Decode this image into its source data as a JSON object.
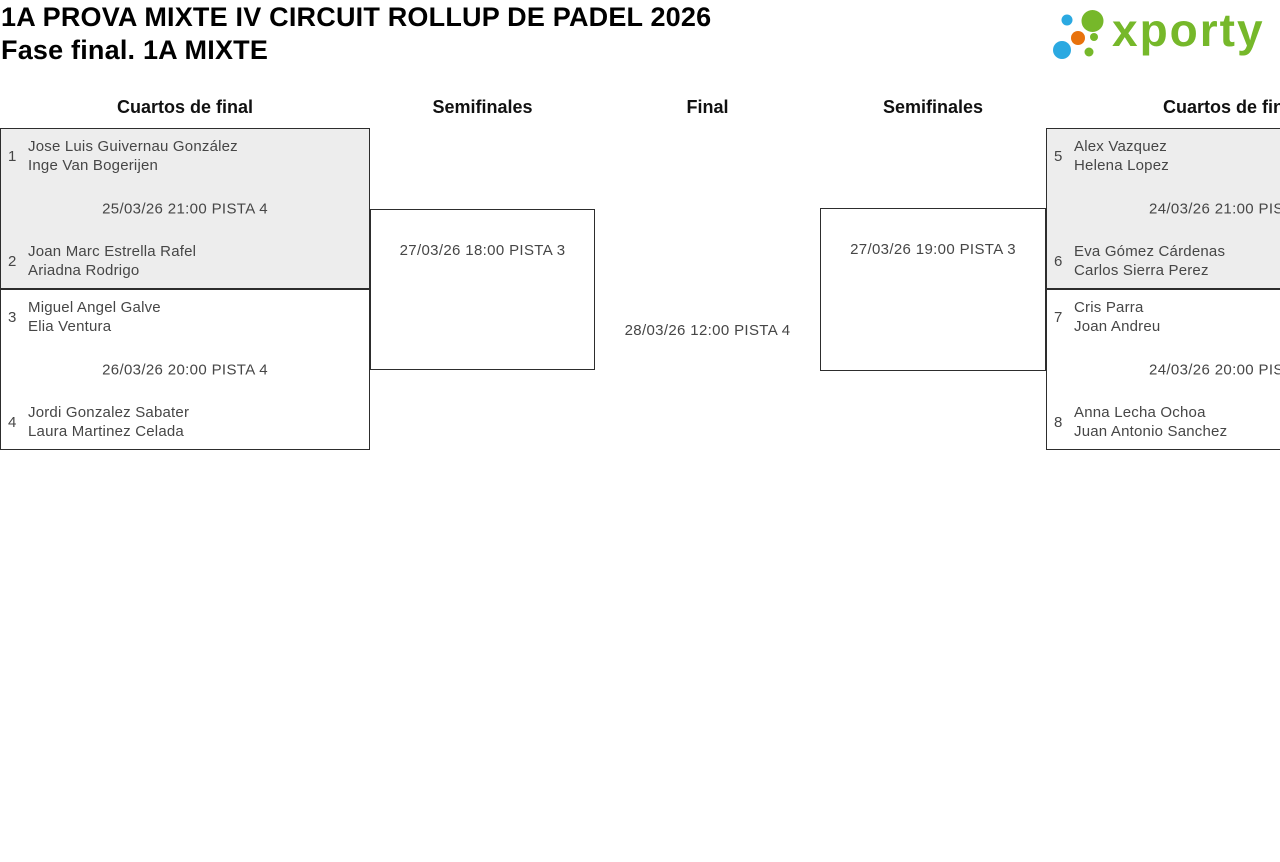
{
  "header": {
    "title_line1": "1A PROVA MIXTE IV CIRCUIT ROLLUP DE PADEL 2026",
    "title_line2": "Fase final. 1A MIXTE",
    "logo_text": "xporty"
  },
  "colors": {
    "logo_green": "#76b82a",
    "logo_blue": "#2ba9e1",
    "logo_orange": "#e8720c",
    "match_fill_gray": "#ededed",
    "bracket_border": "#2d2d2d",
    "text_gray": "#464646"
  },
  "rounds": {
    "qf_left": "Cuartos de final",
    "sf_left": "Semifinales",
    "final": "Final",
    "sf_right": "Semifinales",
    "qf_right": "Cuartos de final"
  },
  "matches": {
    "qf_left_top": {
      "seed_a": "1",
      "player_a1": "Jose Luis Guivernau González",
      "player_a2": "Inge Van Bogerijen",
      "schedule": "25/03/26 21:00 PISTA 4",
      "seed_b": "2",
      "player_b1": "Joan Marc Estrella Rafel",
      "player_b2": "Ariadna Rodrigo"
    },
    "qf_left_bottom": {
      "seed_a": "3",
      "player_a1": "Miguel Angel Galve",
      "player_a2": "Elia Ventura",
      "schedule": "26/03/26 20:00 PISTA 4",
      "seed_b": "4",
      "player_b1": "Jordi Gonzalez Sabater",
      "player_b2": "Laura Martinez Celada"
    },
    "sf_left": {
      "schedule": "27/03/26 18:00 PISTA 3"
    },
    "final": {
      "schedule": "28/03/26 12:00 PISTA 4"
    },
    "sf_right": {
      "schedule": "27/03/26 19:00 PISTA 3"
    },
    "qf_right_top": {
      "seed_a": "5",
      "player_a1": "Alex Vazquez",
      "player_a2": "Helena Lopez",
      "schedule": "24/03/26 21:00 PIS",
      "seed_b": "6",
      "player_b1": "Eva Gómez Cárdenas",
      "player_b2": "Carlos Sierra Perez"
    },
    "qf_right_bottom": {
      "seed_a": "7",
      "player_a1": "Cris Parra",
      "player_a2": "Joan Andreu",
      "schedule": "24/03/26 20:00 PIS",
      "seed_b": "8",
      "player_b1": "Anna Lecha Ochoa",
      "player_b2": "Juan Antonio Sanchez"
    }
  }
}
